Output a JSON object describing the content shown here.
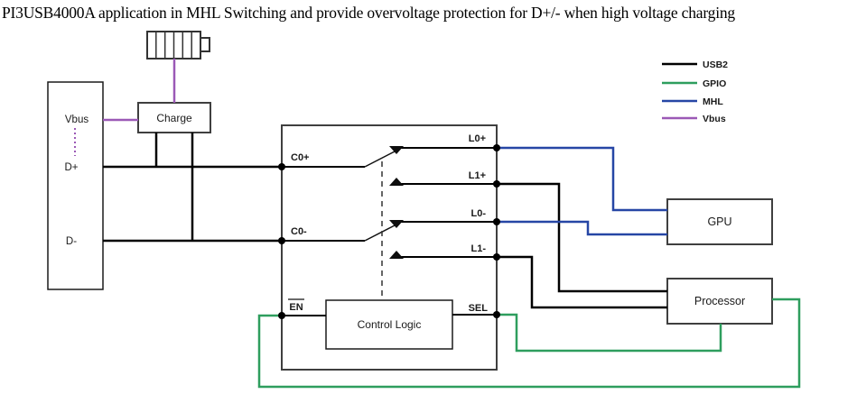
{
  "title": "PI3USB4000A application in MHL Switching and provide overvoltage protection for D+/- when high voltage charging",
  "colors": {
    "usb2": "#000000",
    "gpio": "#2e9e5e",
    "mhl": "#2646a5",
    "vbus": "#9b59b6"
  },
  "legend": {
    "items": [
      {
        "label": "USB2",
        "color_key": "usb2"
      },
      {
        "label": "GPIO",
        "color_key": "gpio"
      },
      {
        "label": "MHL",
        "color_key": "mhl"
      },
      {
        "label": "Vbus",
        "color_key": "vbus"
      }
    ]
  },
  "connector": {
    "pins": {
      "vbus": "Vbus",
      "dplus": "D+",
      "dminus": "D-"
    }
  },
  "charge": {
    "label": "Charge"
  },
  "switch_ic": {
    "pins": {
      "c0p": "C0+",
      "c0m": "C0-",
      "l0p": "L0+",
      "l1p": "L1+",
      "l0m": "L0-",
      "l1m": "L1-",
      "en": "EN",
      "sel": "SEL"
    },
    "control_logic_label": "Control Logic"
  },
  "gpu": {
    "label": "GPU"
  },
  "processor": {
    "label": "Processor"
  }
}
